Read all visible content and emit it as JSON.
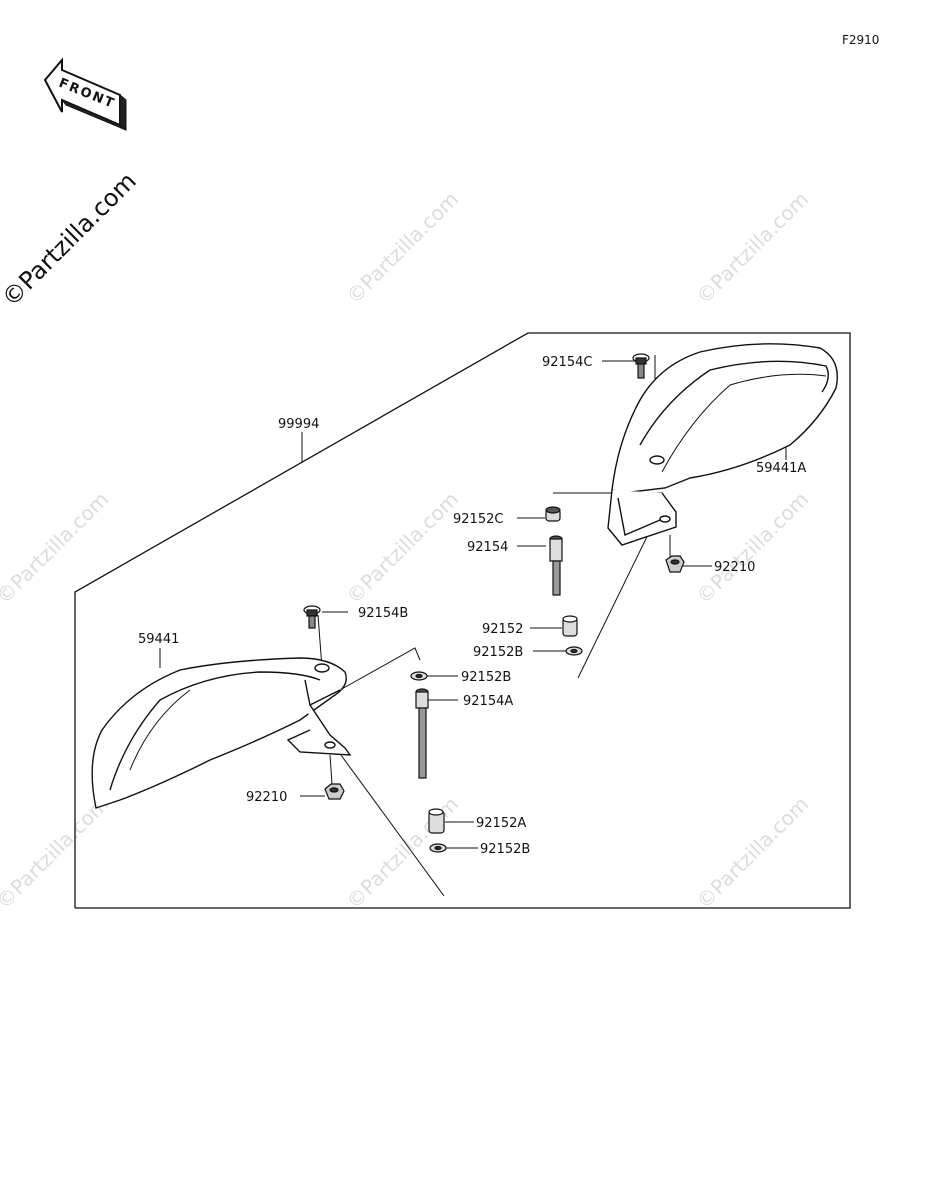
{
  "figure_ref": "F2910",
  "front_arrow": {
    "label": "FRONT",
    "icon": "front-direction-arrow-icon"
  },
  "watermark": {
    "main": "©Partzilla.com",
    "repeat": "©Partzilla.com"
  },
  "parts": {
    "kit": "99994",
    "guard_left": "59441",
    "guard_right": "59441A",
    "bolt_b": "92154B",
    "bolt_c": "92154C",
    "bolt": "92154",
    "bolt_a": "92154A",
    "collar": "92152",
    "collar_a": "92152A",
    "collar_c": "92152C",
    "washer_b_upper": "92152B",
    "washer_b_mid": "92152B",
    "washer_b_lower": "92152B",
    "nut_left": "92210",
    "nut_right": "92210"
  }
}
